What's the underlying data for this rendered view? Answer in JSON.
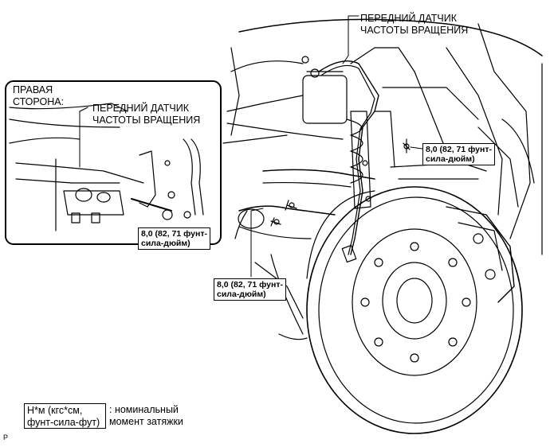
{
  "labels": {
    "main_sensor_line1": "ПЕРЕДНИЙ ДАТЧИК",
    "main_sensor_line2": "ЧАСТОТЫ ВРАЩЕНИЯ",
    "inset_side_line1": "ПРАВАЯ",
    "inset_side_line2": "СТОРОНА:",
    "inset_sensor_line1": "ПЕРЕДНИЙ ДАТЧИК",
    "inset_sensor_line2": "ЧАСТОТЫ ВРАЩЕНИЯ"
  },
  "torque": {
    "top_line1": "8,0 (82, 71 фунт-",
    "top_line2": "сила-дюйм)",
    "middle_line1": "8,0 (82, 71 фунт-",
    "middle_line2": "сила-дюйм)",
    "inset_line1": "8,0 (82, 71 фунт-",
    "inset_line2": "сила-дюйм)"
  },
  "legend": {
    "box_line1": "Н*м (кгс*см,",
    "box_line2": "фунт-сила-фут)",
    "desc_line1": ": номинальный",
    "desc_line2": "момент затяжки"
  },
  "figure_code": "P"
}
